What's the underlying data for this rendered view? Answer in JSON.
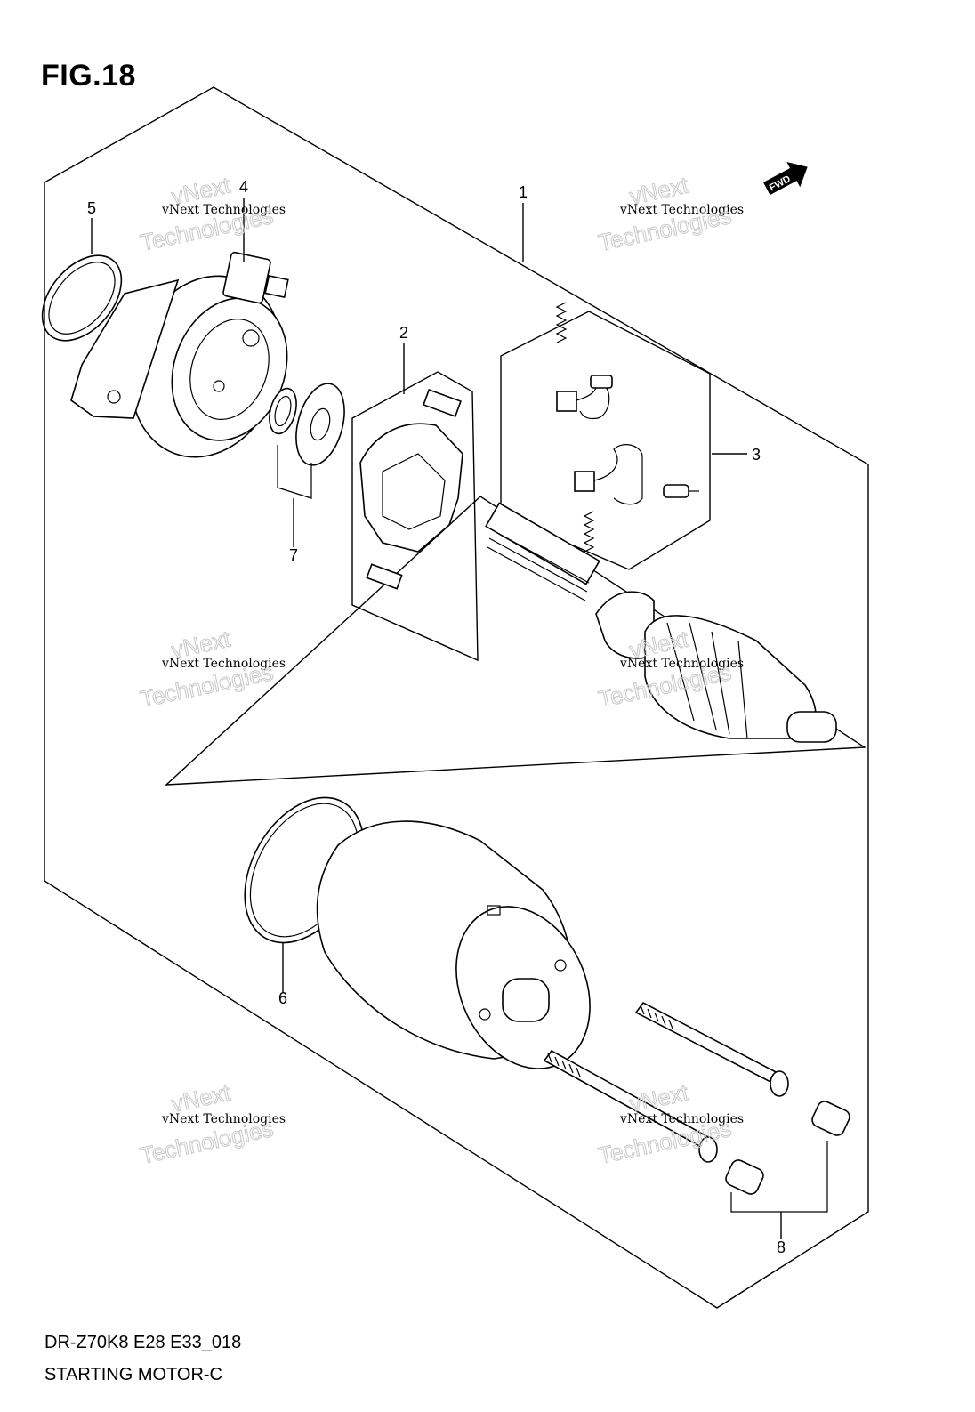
{
  "figure_title": "FIG.18",
  "footer": {
    "model_code": "DR-Z70K8 E28 E33_018",
    "section_name": "STARTING MOTOR-C"
  },
  "fwd_badge": "FWD",
  "callouts": [
    "1",
    "2",
    "3",
    "4",
    "5",
    "6",
    "7",
    "8"
  ],
  "watermark": {
    "line1": "vNext Technologies",
    "line2": "vNext",
    "line3": "Technologies"
  }
}
